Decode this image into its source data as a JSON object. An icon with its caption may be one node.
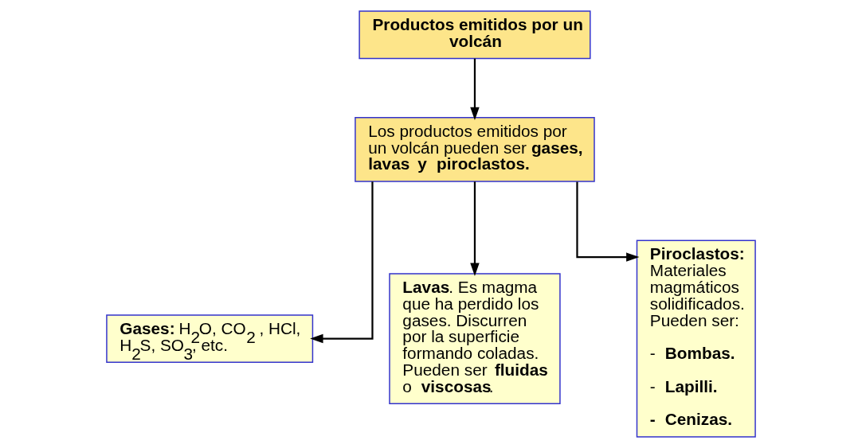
{
  "diagram": {
    "nodes": [
      {
        "text": [
          "Productos emitidos por un volcán"
        ]
      },
      {
        "text": [
          "Los productos emitidos por un volcán pueden ser **gases, lavas y piroclastos.**"
        ]
      },
      {
        "text": [
          "**Gases:** H$_{2}$O, CO$_{2}$ , HCl, H$_{2}$S, SO$_{3}$, etc."
        ]
      },
      {
        "text": [
          "**Lavas**. Es magma que ha perdido los gases. Discurren por la superficie formando coladas. Pueden ser **fluidas** o **viscosas**."
        ]
      },
      {
        "text": [
          "**Piroclastos:** Materiales magmáticos solidificados. Pueden ser:",
          "- **Bombas.**",
          "- **Lapilli.**",
          "**- Cenizas.**"
        ]
      }
    ],
    "edges": [
      {
        "from": 0,
        "to": 1,
        "arrow": "to"
      },
      {
        "from": 1,
        "to": 2,
        "arrow": "to"
      },
      {
        "from": 1,
        "to": 3,
        "arrow": "to"
      },
      {
        "from": 1,
        "to": 4,
        "arrow": "to"
      }
    ]
  }
}
